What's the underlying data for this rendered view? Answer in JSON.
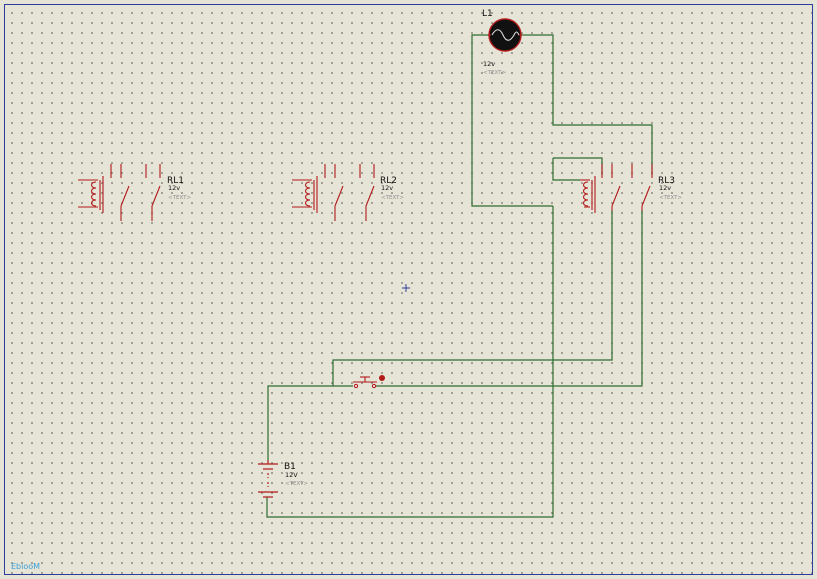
{
  "colors": {
    "wire": "#2f6e2f",
    "component": "#b21a1a",
    "cursor": "#2d3d9a",
    "sheet_border": "#2d3d9a",
    "background": "#e6e3d7"
  },
  "components": {
    "lamp": {
      "ref": "L1",
      "value": "12v",
      "text": "<TEXT>"
    },
    "relays": [
      {
        "ref": "RL1",
        "value": "12v",
        "text": "<TEXT>"
      },
      {
        "ref": "RL2",
        "value": "12v",
        "text": "<TEXT>"
      },
      {
        "ref": "RL3",
        "value": "12v",
        "text": "<TEXT>"
      }
    ],
    "battery": {
      "ref": "B1",
      "value": "12V",
      "text": "<TEXT>"
    },
    "pushbutton": {
      "icon": "pushbutton-switch-icon"
    }
  },
  "footer": {
    "label": "EbiooM"
  }
}
